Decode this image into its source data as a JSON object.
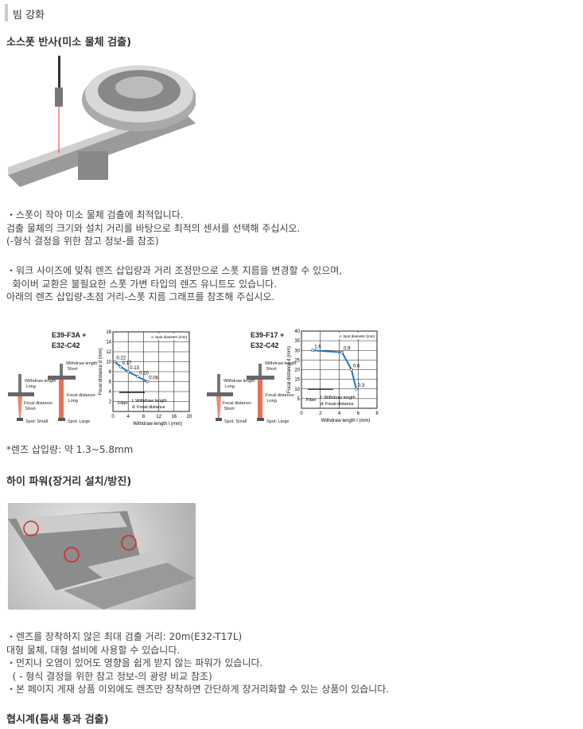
{
  "header": {
    "title": "빔 강화"
  },
  "section1": {
    "title": "소스폿 반사(미소 물체 검출)",
    "para1": [
      "・스폿이 작아 미소 물체 검출에 최적입니다.",
      "검출 물체의 크기와 설치 거리를 바탕으로 최적의 센서를 선택해 주십시오.",
      "(-형식 결정을 위한 참고 정보-를 참조)"
    ],
    "para2": [
      "・워크 사이즈에 맞춰 렌즈 삽입량과 거리 조정만으로 스폿 지름을 변경할 수 있으며,",
      "  화이버 교환은 불필요한 스폿 가변 타입의 렌즈 유니트도 있습니다.",
      "아래의 렌즈 삽입량-초점 거리-스폿 지름 그래프를 참조해 주십시오."
    ],
    "note": "*렌즈 삽입량: 약 1.3~5.8mm"
  },
  "diagram_labels": {
    "withdraw_short": "Withdraw length: Short",
    "withdraw_long": "Withdraw length: Long",
    "focal_short": "Focal distance: Short",
    "focal_long": "Focal distance: Long",
    "spot_small": "Spot: Small",
    "spot_large": "Spot: Large",
    "fiber": "Fiber",
    "legend_l": "l: Withdraw length",
    "legend_d": "d: Focal distance",
    "spot_legend": "o: Spot diameter (mm)"
  },
  "chart_data": [
    {
      "type": "line",
      "title": "E39-F3A + E32-C42",
      "title_lines": [
        "E39-F3A +",
        "E32-C42"
      ],
      "xlabel": "Withdraw length l  (mm)",
      "ylabel": "Focal distance d (mm)",
      "xlim": [
        0,
        20
      ],
      "ylim": [
        0,
        16
      ],
      "xticks": [
        0,
        4,
        8,
        12,
        16,
        20
      ],
      "yticks": [
        2,
        4,
        6,
        8,
        10,
        12,
        14,
        16
      ],
      "grid": true,
      "legend": "top-right",
      "points": [
        {
          "x": 0.5,
          "y": 10,
          "label": "0.22"
        },
        {
          "x": 2,
          "y": 9,
          "label": "0.17"
        },
        {
          "x": 4,
          "y": 8,
          "label": "0.13"
        },
        {
          "x": 6.5,
          "y": 7,
          "label": "0.10"
        },
        {
          "x": 9,
          "y": 6,
          "label": "0.08"
        }
      ]
    },
    {
      "type": "line",
      "title": "E39-F17 + E32-C42",
      "title_lines": [
        "E39-F17 +",
        "E32-C42"
      ],
      "xlabel": "Withdraw length l  (mm)",
      "ylabel": "Focal distance d (mm)",
      "xlim": [
        0,
        8
      ],
      "ylim": [
        0,
        40
      ],
      "xticks": [
        0,
        2,
        4,
        6,
        8
      ],
      "yticks": [
        5,
        10,
        15,
        20,
        25,
        30,
        35,
        40
      ],
      "grid": true,
      "legend": "top-right",
      "points": [
        {
          "x": 1.2,
          "y": 30,
          "label": "1.6"
        },
        {
          "x": 4.3,
          "y": 29,
          "label": "0.9"
        },
        {
          "x": 5.3,
          "y": 20,
          "label": "0.6"
        },
        {
          "x": 5.8,
          "y": 10,
          "label": "0.3"
        }
      ]
    }
  ],
  "section2": {
    "title": "하이 파워(장거리 설치/방진)",
    "lines": [
      "・렌즈를 장착하지 않은 최대 검출 거리: 20m(E32-T17L)",
      "대형 물체, 대형 설비에 사용할 수 있습니다.",
      "・먼지나 오염이 있어도 영향을 쉽게 받지 않는 파워가 있습니다.",
      "  ( - 형식 결정을 위한 참고 정보-의 광량 비교 참조)",
      "・본 페이지 게재 상품 이외에도 렌즈만 장착하면 간단하게 장거리화할 수 있는 상품이 있습니다."
    ]
  },
  "section3": {
    "title": "협시계(틈새 통과 검출)"
  },
  "colors": {
    "curve": "#1a78c8",
    "beam": "#e8553a"
  }
}
